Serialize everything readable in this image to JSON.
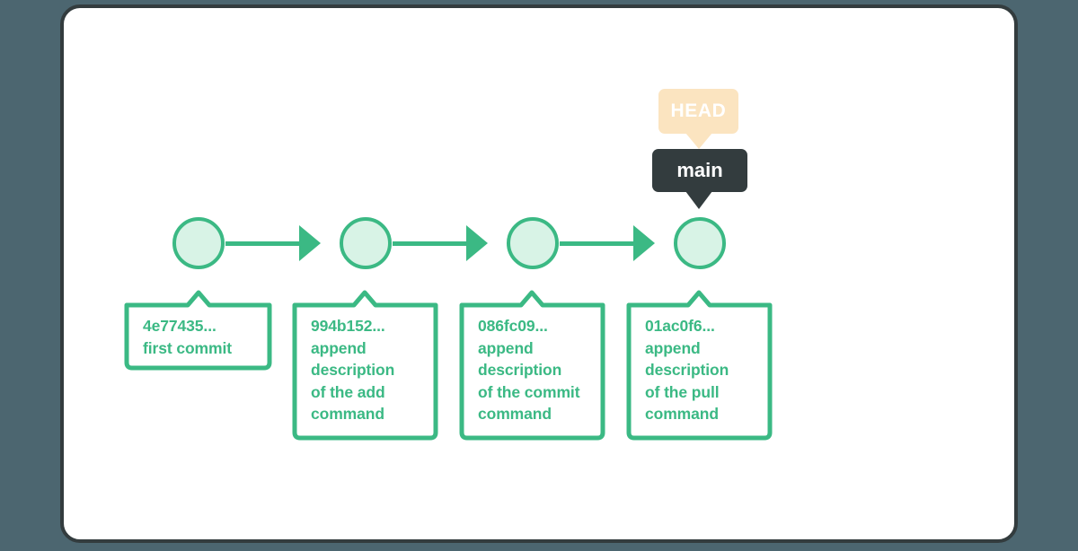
{
  "diagram": {
    "title": "git commit history graph",
    "colors": {
      "page_background": "#4c6670",
      "frame_border": "#333c3e",
      "canvas": "#ffffff",
      "accent_green": "#3bb984",
      "node_fill": "#d8f3e6",
      "head_badge": "#fbe4c0",
      "branch_badge": "#333c3e"
    },
    "head_label": "HEAD",
    "branch_label": "main",
    "commits": [
      {
        "hash": "4e77435...",
        "message": "first commit",
        "text": "4e77435...\nfirst commit"
      },
      {
        "hash": "994b152...",
        "message": "append description of the add command",
        "text": "994b152...\nappend\ndescription\nof the add\ncommand"
      },
      {
        "hash": "086fc09...",
        "message": "append description of the commit command",
        "text": "086fc09...\nappend\ndescription\nof the commit\ncommand"
      },
      {
        "hash": "01ac0f6...",
        "message": "append description of the pull command",
        "text": "01ac0f6...\nappend\ndescription\nof the pull\ncommand"
      }
    ]
  }
}
